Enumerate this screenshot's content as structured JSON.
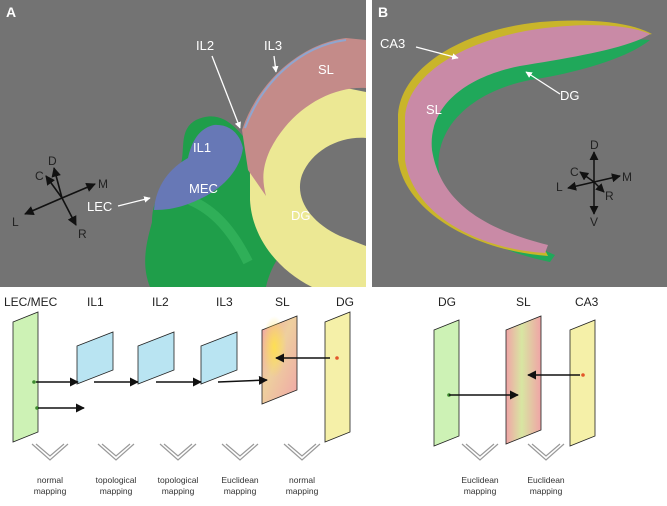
{
  "panel_a": {
    "letter": "A",
    "labels": {
      "il2": "IL2",
      "il3": "IL3",
      "sl": "SL",
      "il1": "IL1",
      "mec": "MEC",
      "lec": "LEC",
      "dg": "DG"
    },
    "axes": {
      "d": "D",
      "c": "C",
      "m": "M",
      "l": "L",
      "r": "R"
    }
  },
  "panel_b": {
    "letter": "B",
    "labels": {
      "ca3": "CA3",
      "sl": "SL",
      "dg": "DG"
    },
    "axes": {
      "d": "D",
      "c": "C",
      "m": "M",
      "l": "L",
      "r": "R",
      "v": "V"
    }
  },
  "diagram_a": {
    "headers": [
      "LEC/MEC",
      "IL1",
      "IL2",
      "IL3",
      "SL",
      "DG"
    ],
    "mappings": [
      {
        "line1": "normal",
        "line2": "mapping"
      },
      {
        "line1": "topological",
        "line2": "mapping"
      },
      {
        "line1": "topological",
        "line2": "mapping"
      },
      {
        "line1": "Euclidean",
        "line2": "mapping"
      },
      {
        "line1": "normal",
        "line2": "mapping"
      }
    ]
  },
  "diagram_b": {
    "headers": [
      "DG",
      "SL",
      "CA3"
    ],
    "mappings": [
      {
        "line1": "Euclidean",
        "line2": "mapping"
      },
      {
        "line1": "Euclidean",
        "line2": "mapping"
      }
    ]
  },
  "colors": {
    "background_3d": "#737373",
    "green": "#cdf2b5",
    "blue": "#b9e4f2",
    "yellow": "#f5f0a8",
    "pink": "#f0a6a8"
  }
}
